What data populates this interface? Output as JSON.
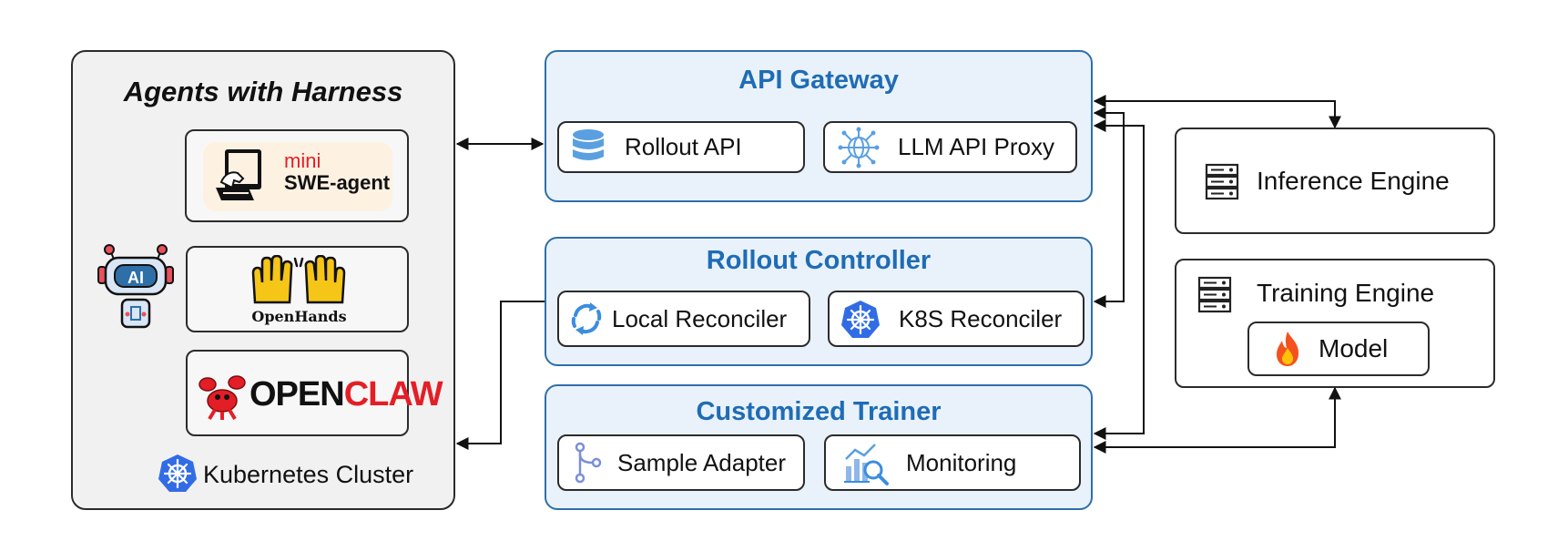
{
  "agents": {
    "title": "Agents with Harness",
    "items": [
      {
        "name": "mini SWE-agent",
        "line1": "mini",
        "line2": "SWE-agent"
      },
      {
        "name": "OpenHands",
        "label": "OpenHands"
      },
      {
        "name": "OpenClaw",
        "label_a": "OPEN",
        "label_b": "CLAW"
      }
    ],
    "robot_badge": "AI",
    "cluster_label": "Kubernetes Cluster"
  },
  "api_gateway": {
    "title": "API Gateway",
    "rollout_api": "Rollout API",
    "llm_proxy": "LLM API Proxy"
  },
  "rollout_controller": {
    "title": "Rollout Controller",
    "local": "Local Reconciler",
    "k8s": "K8S Reconciler"
  },
  "trainer": {
    "title": "Customized Trainer",
    "sample_adapter": "Sample Adapter",
    "monitoring": "Monitoring"
  },
  "inference": {
    "label": "Inference Engine"
  },
  "training": {
    "label": "Training Engine",
    "model": "Model"
  },
  "colors": {
    "title_blue": "#1f6cb5",
    "panel_fill": "#e9f2fb",
    "panel_border": "#2f6fa8",
    "openclaw_red": "#e41e26"
  }
}
